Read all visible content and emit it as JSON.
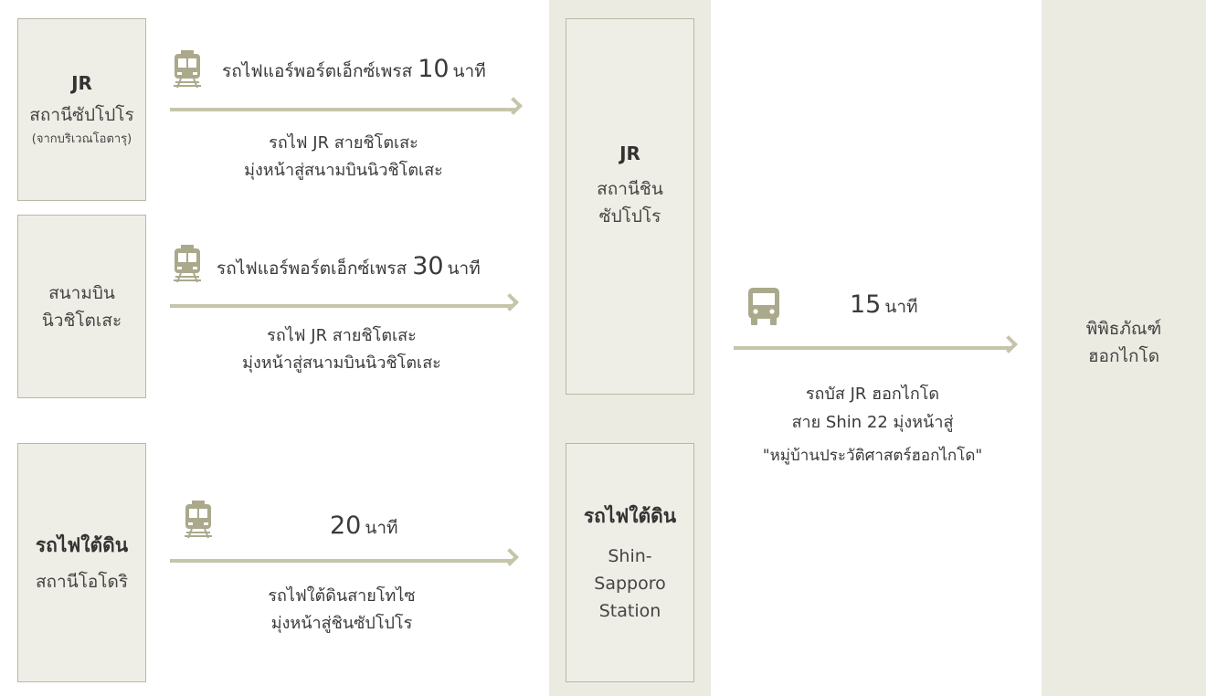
{
  "colors": {
    "band": "#ecebe2",
    "box_fill": "#efeee6",
    "box_border": "#b9b7a8",
    "arrow": "#c5c5ab",
    "icon": "#aaa98c"
  },
  "origins": {
    "jr_sapporo": {
      "title": "JR",
      "name": "สถานีซัปโปโร",
      "note": "(จากบริเวณโอตารุ)"
    },
    "new_chitose": {
      "name_line1": "สนามบิน",
      "name_line2": "นิวชิโตเสะ"
    },
    "subway_odori": {
      "title": "รถไฟใต้ดิน",
      "name": "สถานีโอโดริ"
    }
  },
  "hubs": {
    "jr_shin_sapporo": {
      "title": "JR",
      "line1": "สถานีชิน",
      "line2": "ซัปโปโร"
    },
    "subway_shin_sapporo": {
      "title": "รถไฟใต้ดิน",
      "line1": "Shin-",
      "line2": "Sapporo",
      "line3": "Station"
    }
  },
  "destination": {
    "line1": "พิพิธภัณฑ์",
    "line2": "ฮอกไกโด"
  },
  "routes": [
    {
      "icon": "train-icon",
      "service": "รถไฟแอร์พอร์ตเอ็กซ์เพรส",
      "minutes": "10",
      "unit": "นาที",
      "desc1": "รถไฟ JR สายชิโตเสะ",
      "desc2": "มุ่งหน้าสู่สนามบินนิวชิโตเสะ"
    },
    {
      "icon": "train-icon",
      "service": "รถไฟแอร์พอร์ตเอ็กซ์เพรส",
      "minutes": "30",
      "unit": "นาที",
      "desc1": "รถไฟ JR สายชิโตเสะ",
      "desc2": "มุ่งหน้าสู่สนามบินนิวชิโตเสะ"
    },
    {
      "icon": "train-icon",
      "minutes": "20",
      "unit": "นาที",
      "desc1": "รถไฟใต้ดินสายโทไซ",
      "desc2": "มุ่งหน้าสู่ชินซัปโปโร"
    },
    {
      "icon": "bus-icon",
      "minutes": "15",
      "unit": "นาที",
      "desc1": "รถบัส JR ฮอกไกโด",
      "desc2": "สาย Shin 22 มุ่งหน้าสู่",
      "desc3": "\"หมู่บ้านประวัติศาสตร์ฮอกไกโด\""
    }
  ]
}
